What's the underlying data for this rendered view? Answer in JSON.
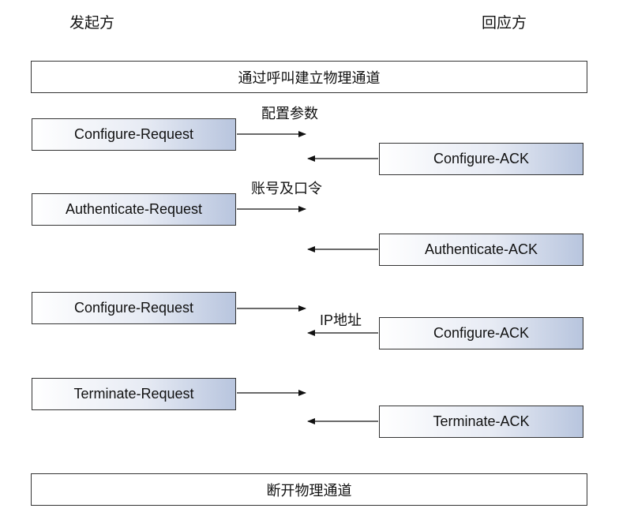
{
  "roles": {
    "initiator": "发起方",
    "responder": "回应方"
  },
  "bars": {
    "top": "通过呼叫建立物理通道",
    "bottom": "断开物理通道"
  },
  "exchanges": [
    {
      "request": "Configure-Request",
      "response": "Configure-ACK",
      "note": "配置参数"
    },
    {
      "request": "Authenticate-Request",
      "response": "Authenticate-ACK",
      "note": "账号及口令"
    },
    {
      "request": "Configure-Request",
      "response": "Configure-ACK",
      "note": "IP地址"
    },
    {
      "request": "Terminate-Request",
      "response": "Terminate-ACK",
      "note": ""
    }
  ]
}
